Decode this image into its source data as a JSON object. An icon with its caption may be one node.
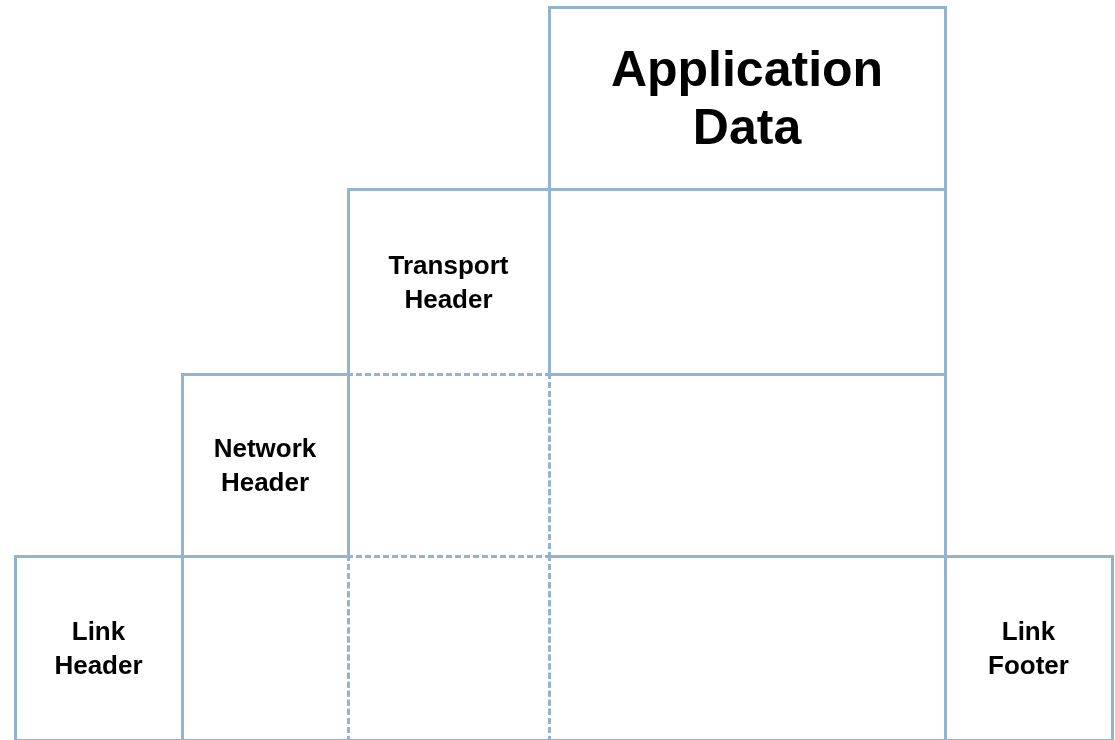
{
  "diagram": {
    "nodes": [
      {
        "text": [
          "Application Data"
        ]
      },
      {
        "text": [
          "Transport Header"
        ]
      },
      {
        "text": [],
        "shape": "box"
      },
      {
        "text": [
          "Network Header"
        ]
      },
      {
        "text": [],
        "shape": "box"
      },
      {
        "text": [],
        "shape": "box"
      },
      {
        "text": [
          "Link Header"
        ]
      },
      {
        "text": [],
        "shape": "box"
      },
      {
        "text": [],
        "shape": "box"
      },
      {
        "text": [],
        "shape": "box"
      },
      {
        "text": [
          "Link Footer"
        ]
      }
    ]
  }
}
